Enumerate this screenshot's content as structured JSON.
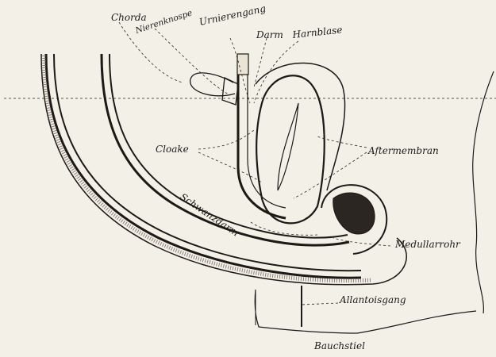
{
  "figure": {
    "labels": {
      "chorda": "Chorda",
      "nierenknospe": "Nierenknospe",
      "urnierengang": "Urnierengang",
      "darm": "Darm",
      "harnblase": "Harnblase",
      "cloake": "Cloake",
      "aftermembran": "Aftermembran",
      "schwanzdarm": "Schwanzdarm",
      "medullarrohr": "Medullarrohr",
      "allantoisgang": "Allantoisgang",
      "bauchstiel": "Bauchstiel"
    },
    "colors": {
      "paper": "#f3f0e7",
      "ink": "#1d1a16",
      "hatch": "#8a857c"
    }
  }
}
